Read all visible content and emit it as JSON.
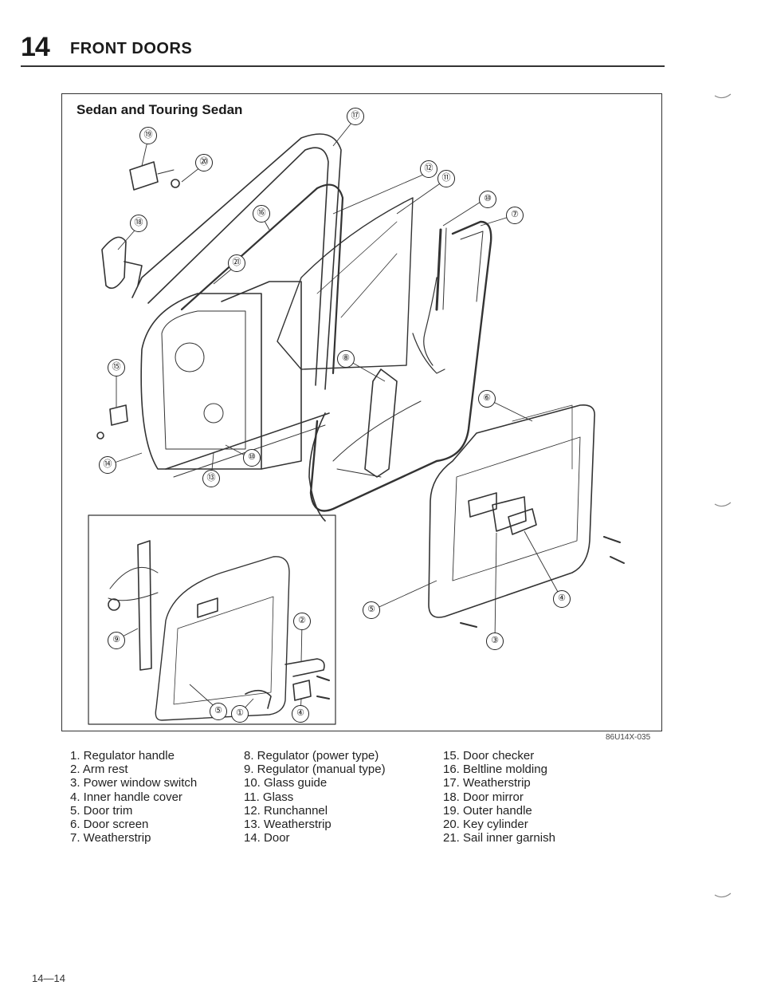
{
  "header": {
    "section_number": "14",
    "section_title": "FRONT DOORS"
  },
  "figure": {
    "subtitle": "Sedan and Touring Sedan",
    "code": "86U14X-035",
    "callouts": [
      "⑰",
      "⑲",
      "⑳",
      "⑫",
      "⑪",
      "⑩",
      "⑦",
      "⑯",
      "⑱",
      "㉑",
      "⑮",
      "⑧",
      "⑥",
      "⑭",
      "⑩",
      "⑬",
      "②",
      "⑨",
      "⑤",
      "①",
      "④",
      "⑤",
      "④",
      "③"
    ]
  },
  "legend": {
    "col1": [
      "1. Regulator handle",
      "2. Arm rest",
      "3. Power window switch",
      "4. Inner handle cover",
      "5. Door trim",
      "6. Door screen",
      "7. Weatherstrip"
    ],
    "col2": [
      "8. Regulator (power type)",
      "9. Regulator (manual type)",
      "10. Glass guide",
      "11. Glass",
      "12. Runchannel",
      "13. Weatherstrip",
      "14. Door"
    ],
    "col3": [
      "15. Door checker",
      "16. Beltline molding",
      "17. Weatherstrip",
      "18. Door mirror",
      "19. Outer handle",
      "20. Key cylinder",
      "21. Sail inner garnish"
    ]
  },
  "page_number": "14—14"
}
